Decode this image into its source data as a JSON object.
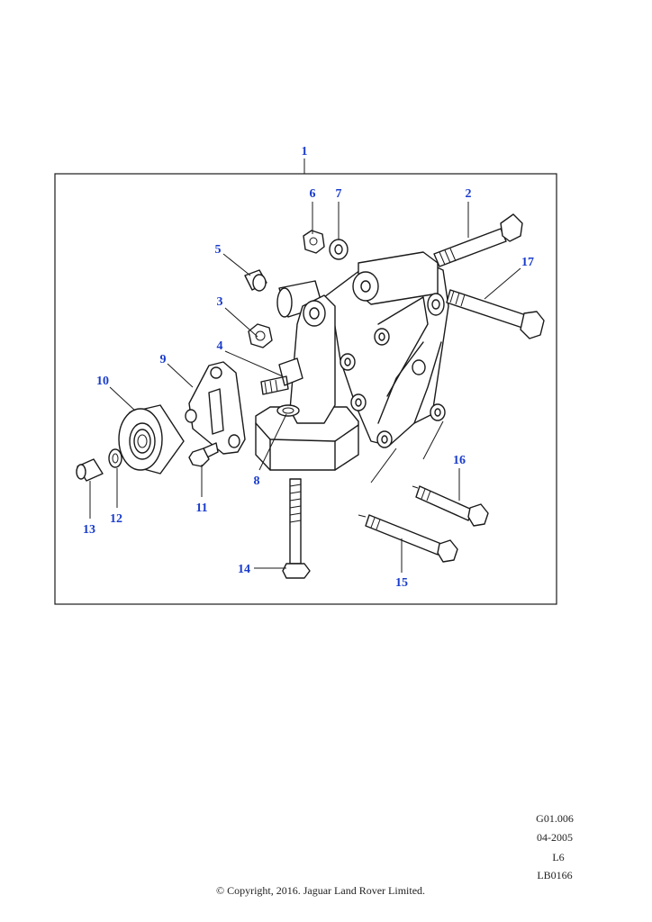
{
  "callouts": [
    {
      "id": "c1",
      "label": "1"
    },
    {
      "id": "c2",
      "label": "2"
    },
    {
      "id": "c3",
      "label": "3"
    },
    {
      "id": "c4",
      "label": "4"
    },
    {
      "id": "c5",
      "label": "5"
    },
    {
      "id": "c6",
      "label": "6"
    },
    {
      "id": "c7",
      "label": "7"
    },
    {
      "id": "c8",
      "label": "8"
    },
    {
      "id": "c9",
      "label": "9"
    },
    {
      "id": "c10",
      "label": "10"
    },
    {
      "id": "c11",
      "label": "11"
    },
    {
      "id": "c12",
      "label": "12"
    },
    {
      "id": "c13",
      "label": "13"
    },
    {
      "id": "c14",
      "label": "14"
    },
    {
      "id": "c15",
      "label": "15"
    },
    {
      "id": "c16",
      "label": "16"
    },
    {
      "id": "c17",
      "label": "17"
    }
  ],
  "reference": {
    "code": "G01.006",
    "date": "04-2005",
    "level": "L6",
    "id": "LB0166"
  },
  "copyright": "© Copyright, 2016. Jaguar Land Rover Limited.",
  "colors": {
    "callout": "#1a3ccc",
    "ink": "#1a1a1a"
  }
}
